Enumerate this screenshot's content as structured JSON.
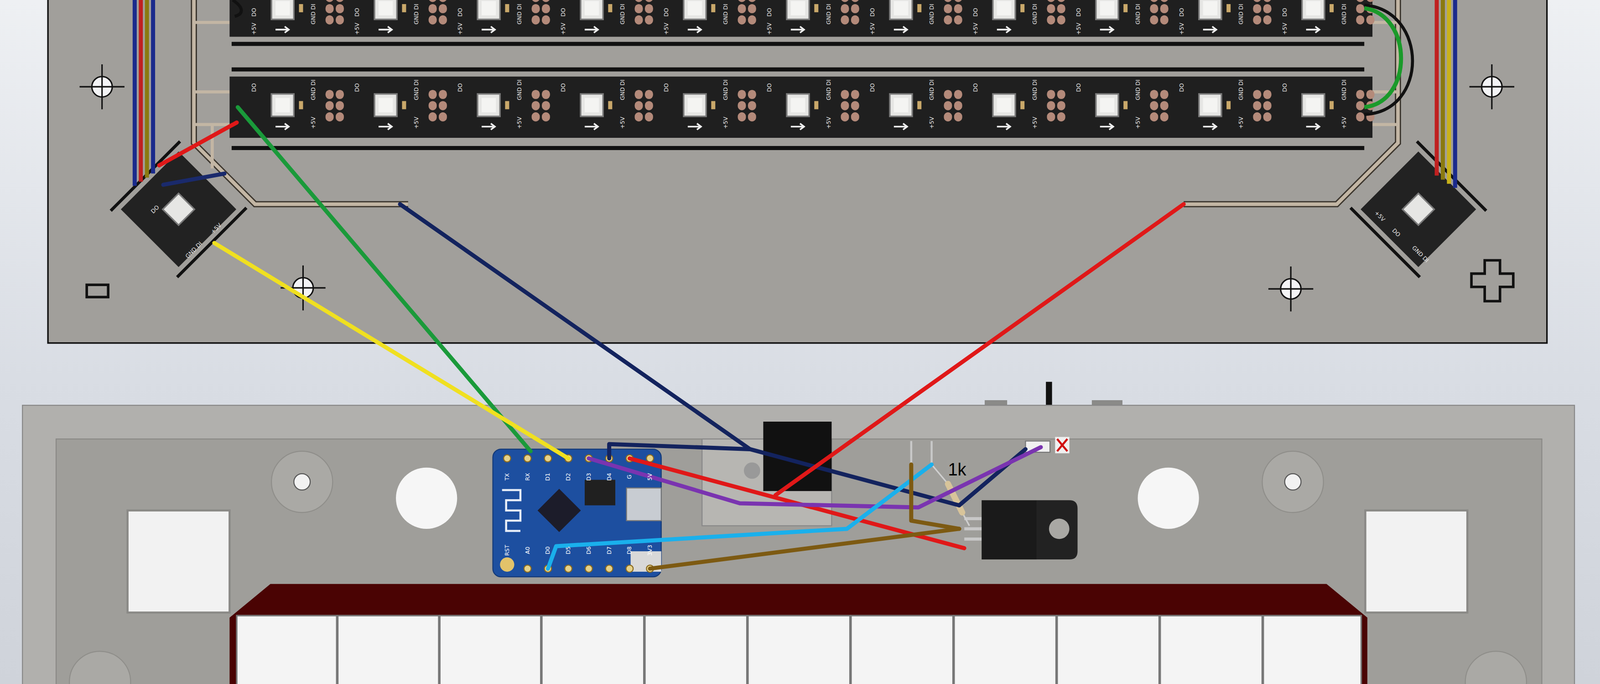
{
  "diagram": {
    "labels": [
      "1k",
      "TX",
      "RX",
      "D1",
      "D2",
      "D3",
      "D4",
      "G",
      "5V",
      "RST",
      "A0",
      "D0",
      "D5",
      "D6",
      "D7",
      "D8",
      "3V3",
      "GND DI",
      "DO",
      "+5V",
      "GND DI",
      "DO",
      "+5V",
      "GND DI",
      "DO",
      "+5V",
      "GND DI",
      "DO",
      "+5V",
      "GND DI",
      "DO",
      "+5V",
      "GND DI",
      "DO",
      "+5V",
      "GND DI",
      "DO",
      "+5V",
      "GND DI",
      "DO",
      "+5V",
      "GND DI",
      "DO",
      "+5V",
      "GND DI",
      "DO",
      "+5V",
      "GND DI",
      "DO",
      "+5V",
      "GND DI",
      "DO",
      "+5V",
      "GND DI",
      "DO",
      "+5V",
      "GND DI",
      "DO",
      "+5V",
      "GND DI",
      "DO",
      "+5V",
      "GND DI",
      "DO",
      "+5V",
      "GND DI",
      "DO",
      "+5V",
      "GND DI",
      "DO",
      "+5V",
      "GND DI",
      "DO",
      "+5V",
      "GND DI",
      "DO",
      "+5V",
      "GND DI",
      "DO",
      "+5V",
      "GND DI",
      "DO",
      "+5V",
      "GND DI",
      "DO",
      "+5V",
      "GND DI",
      "DO",
      "+5V"
    ]
  }
}
